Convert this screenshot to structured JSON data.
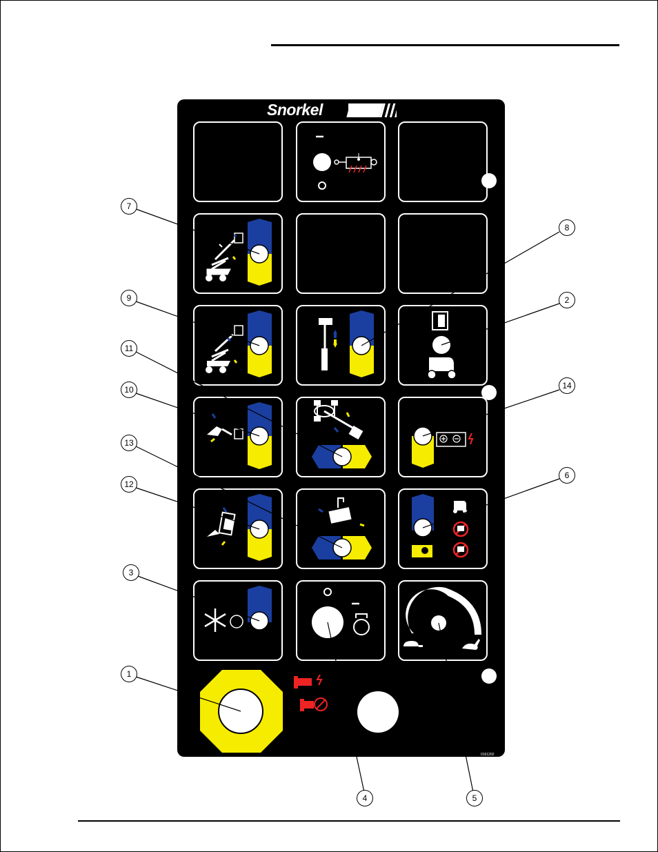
{
  "panel": {
    "brand": "Snorkel",
    "part_number": "0161202",
    "colors": {
      "blue": "#1b3fa0",
      "yellow": "#f6ec00",
      "red": "#ee2424",
      "panel": "#000000"
    }
  },
  "callouts": [
    "1",
    "2",
    "3",
    "4",
    "5",
    "6",
    "7",
    "8",
    "9",
    "10",
    "11",
    "12",
    "13",
    "14"
  ],
  "icons": [
    "platform-heater-icon",
    "boom-raise-lower-icon",
    "jib-icon",
    "telescope-icon",
    "rotate-icon",
    "drive-enable-icon",
    "battery-icon",
    "platform-level-icon",
    "platform-rotate-icon",
    "generator-icon",
    "snowflake-icon",
    "glow-plug-icon",
    "speed-dial-icon",
    "turtle-icon",
    "rabbit-icon",
    "emergency-stop-icon",
    "power-off-icon"
  ]
}
